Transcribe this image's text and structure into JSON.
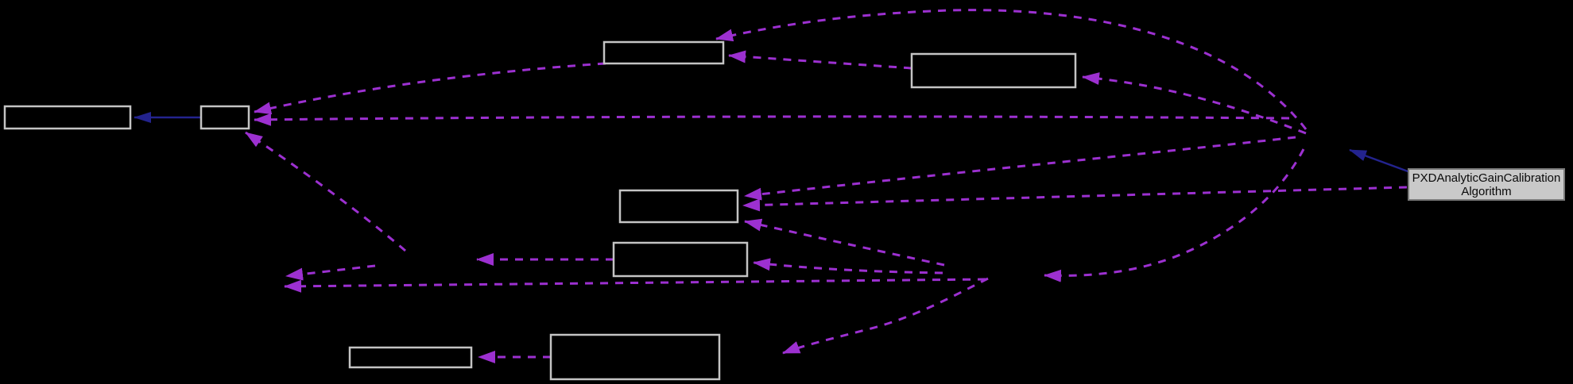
{
  "diagram": {
    "type": "collaboration-graph",
    "background_color": "#000000",
    "main_node": {
      "label_line1": "PXDAnalyticGainCalibration",
      "label_line2": "Algorithm",
      "fill": "#c9c9c9",
      "text_color": "#0a0a0a"
    },
    "colors": {
      "dashed_edge": "#9c30d0",
      "solid_edge": "#23238e",
      "node_border": "#c4c4c4",
      "node_fill": "#000000"
    },
    "nodes": [
      {
        "id": "node-1",
        "label": ""
      },
      {
        "id": "node-2",
        "label": ""
      },
      {
        "id": "node-3",
        "label": ""
      },
      {
        "id": "node-4",
        "label": ""
      },
      {
        "id": "node-5",
        "label": ""
      },
      {
        "id": "node-6",
        "label": ""
      },
      {
        "id": "node-7",
        "label": ""
      },
      {
        "id": "node-8",
        "label": ""
      }
    ],
    "edge_counts": {
      "dashed": 16,
      "solid": 2
    }
  }
}
